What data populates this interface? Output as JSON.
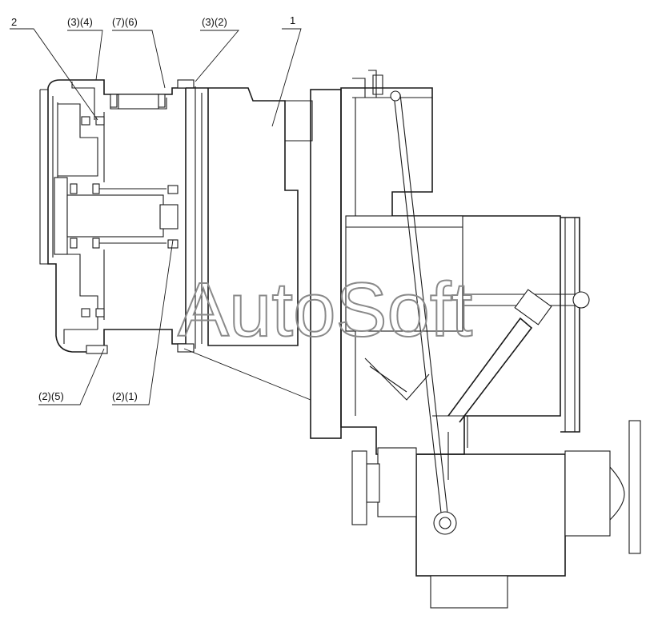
{
  "callouts": {
    "c2": "2",
    "c34": "(3)(4)",
    "c76": "(7)(6)",
    "c32": "(3)(2)",
    "c1": "1",
    "c25": "(2)(5)",
    "c21": "(2)(1)"
  },
  "watermark": "AutoSoft"
}
